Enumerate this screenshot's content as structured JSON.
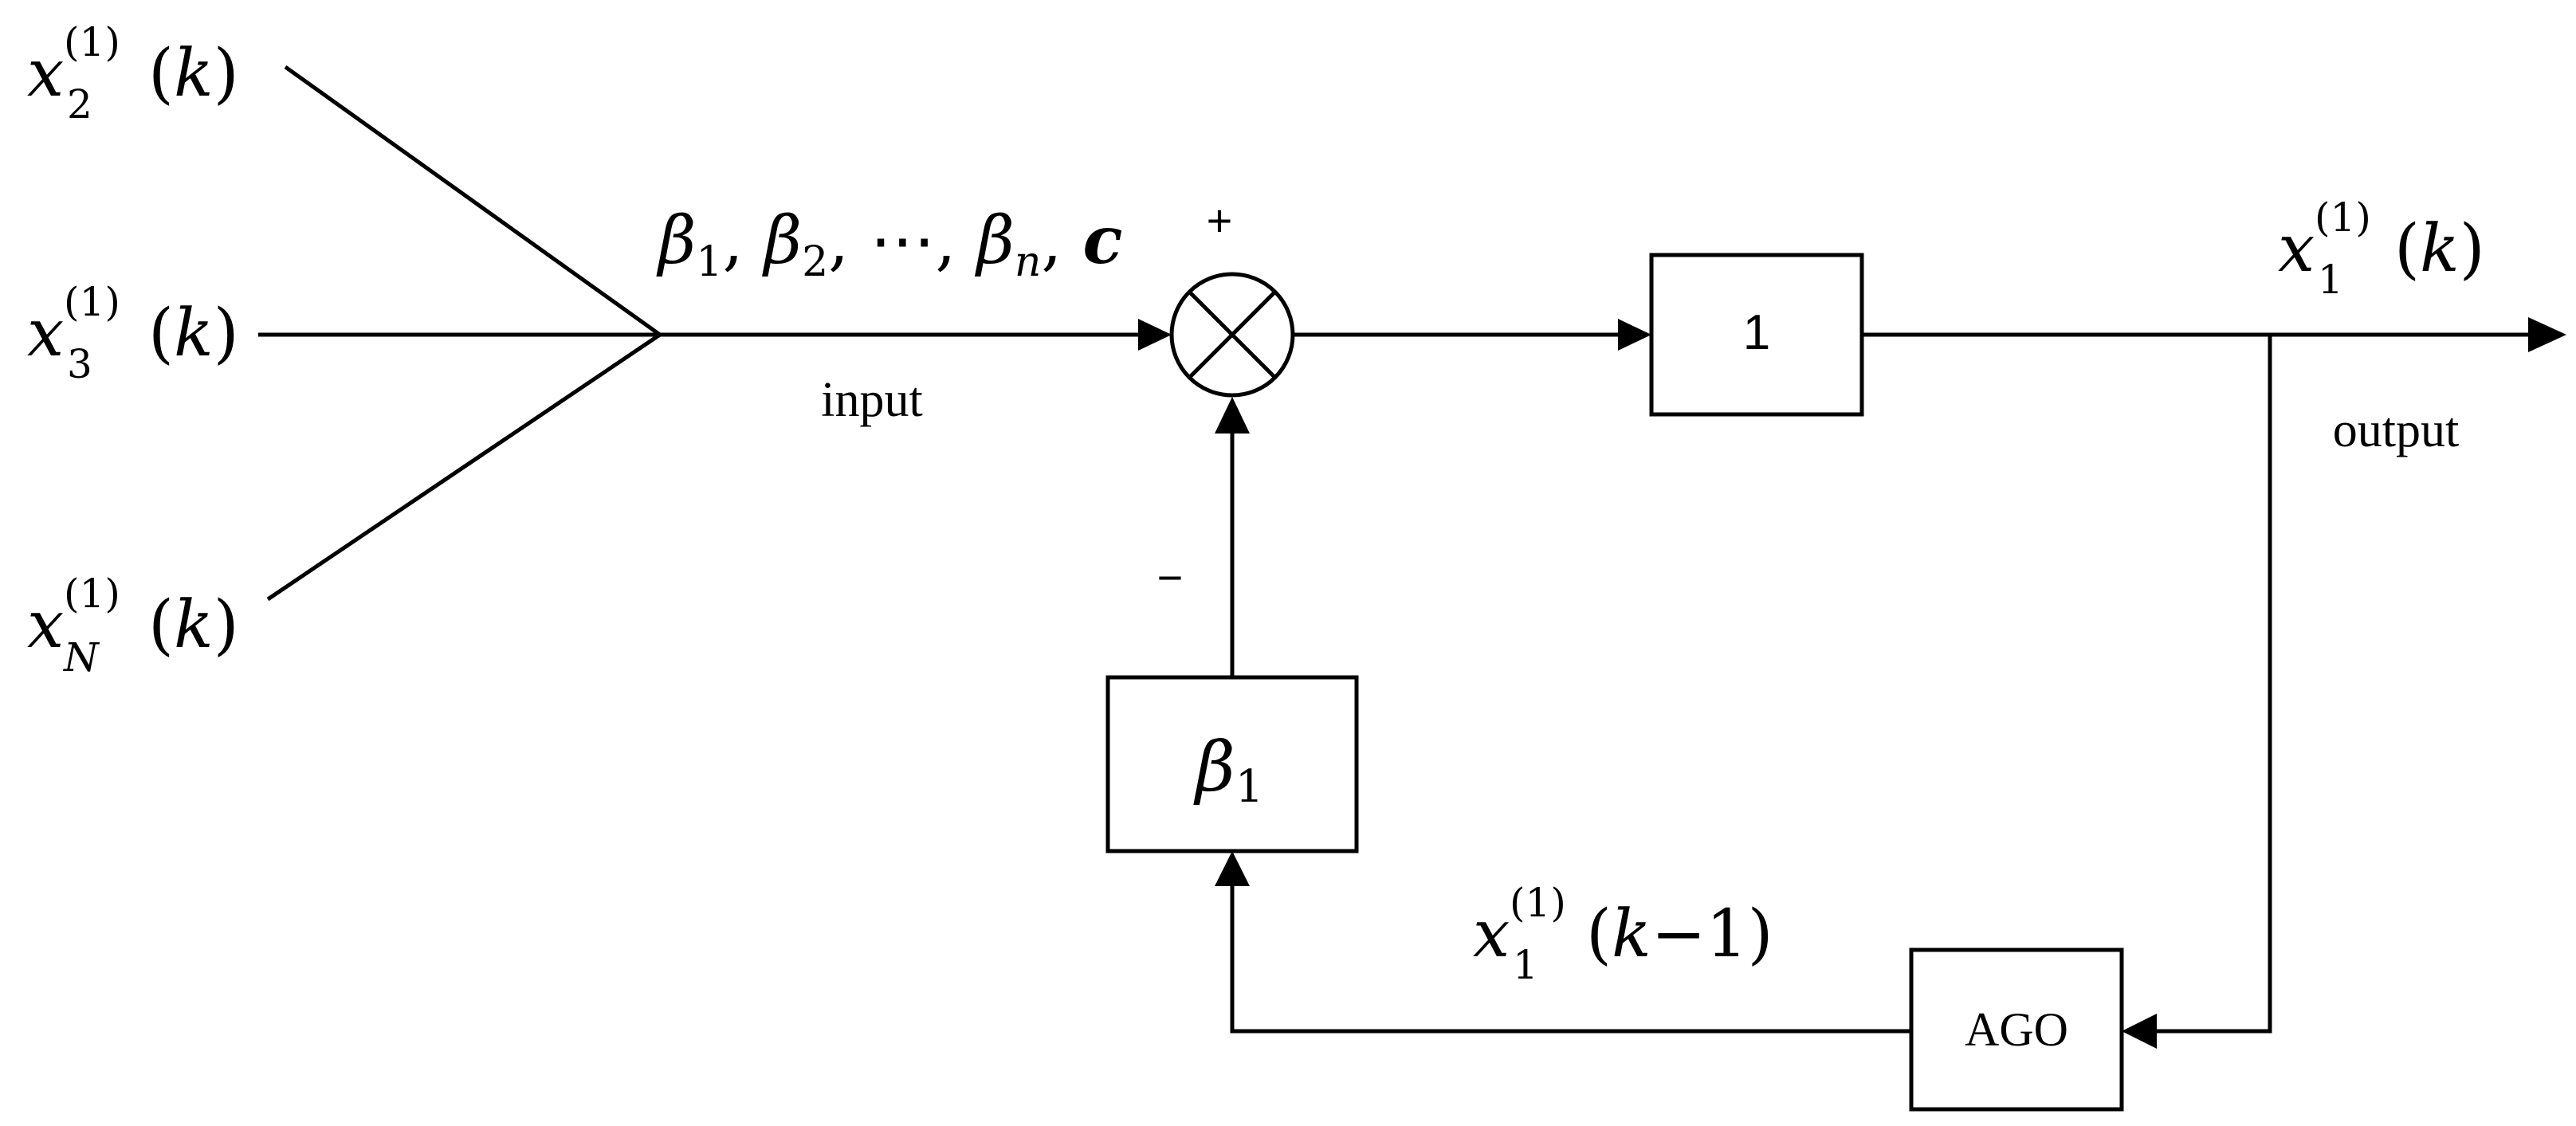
{
  "inputs": [
    {
      "var": "x",
      "sub": "2",
      "sup": "(1)",
      "arg": "(k)"
    },
    {
      "var": "x",
      "sub": "3",
      "sup": "(1)",
      "arg": "(k)"
    },
    {
      "var": "x",
      "sub": "N",
      "sup": "(1)",
      "arg": "(k)"
    }
  ],
  "coefficients": {
    "b1": "β",
    "b1_sub": "1",
    "b2": "β",
    "b2_sub": "2",
    "dots": "⋯",
    "bn": "β",
    "bn_sub": "n",
    "c": "c",
    "comma": ","
  },
  "input_label": "input",
  "summing_junction": {
    "plus": "+",
    "minus": "−"
  },
  "unit_block": {
    "label": "1"
  },
  "output": {
    "var": "x",
    "sub": "1",
    "sup": "(1)",
    "arg": "(k)",
    "label": "output"
  },
  "feedback_block": {
    "var": "β",
    "sub": "1"
  },
  "delayed": {
    "var": "x",
    "sub": "1",
    "sup": "(1)",
    "arg": "(k−1)"
  },
  "ago_block": {
    "label": "AGO"
  }
}
